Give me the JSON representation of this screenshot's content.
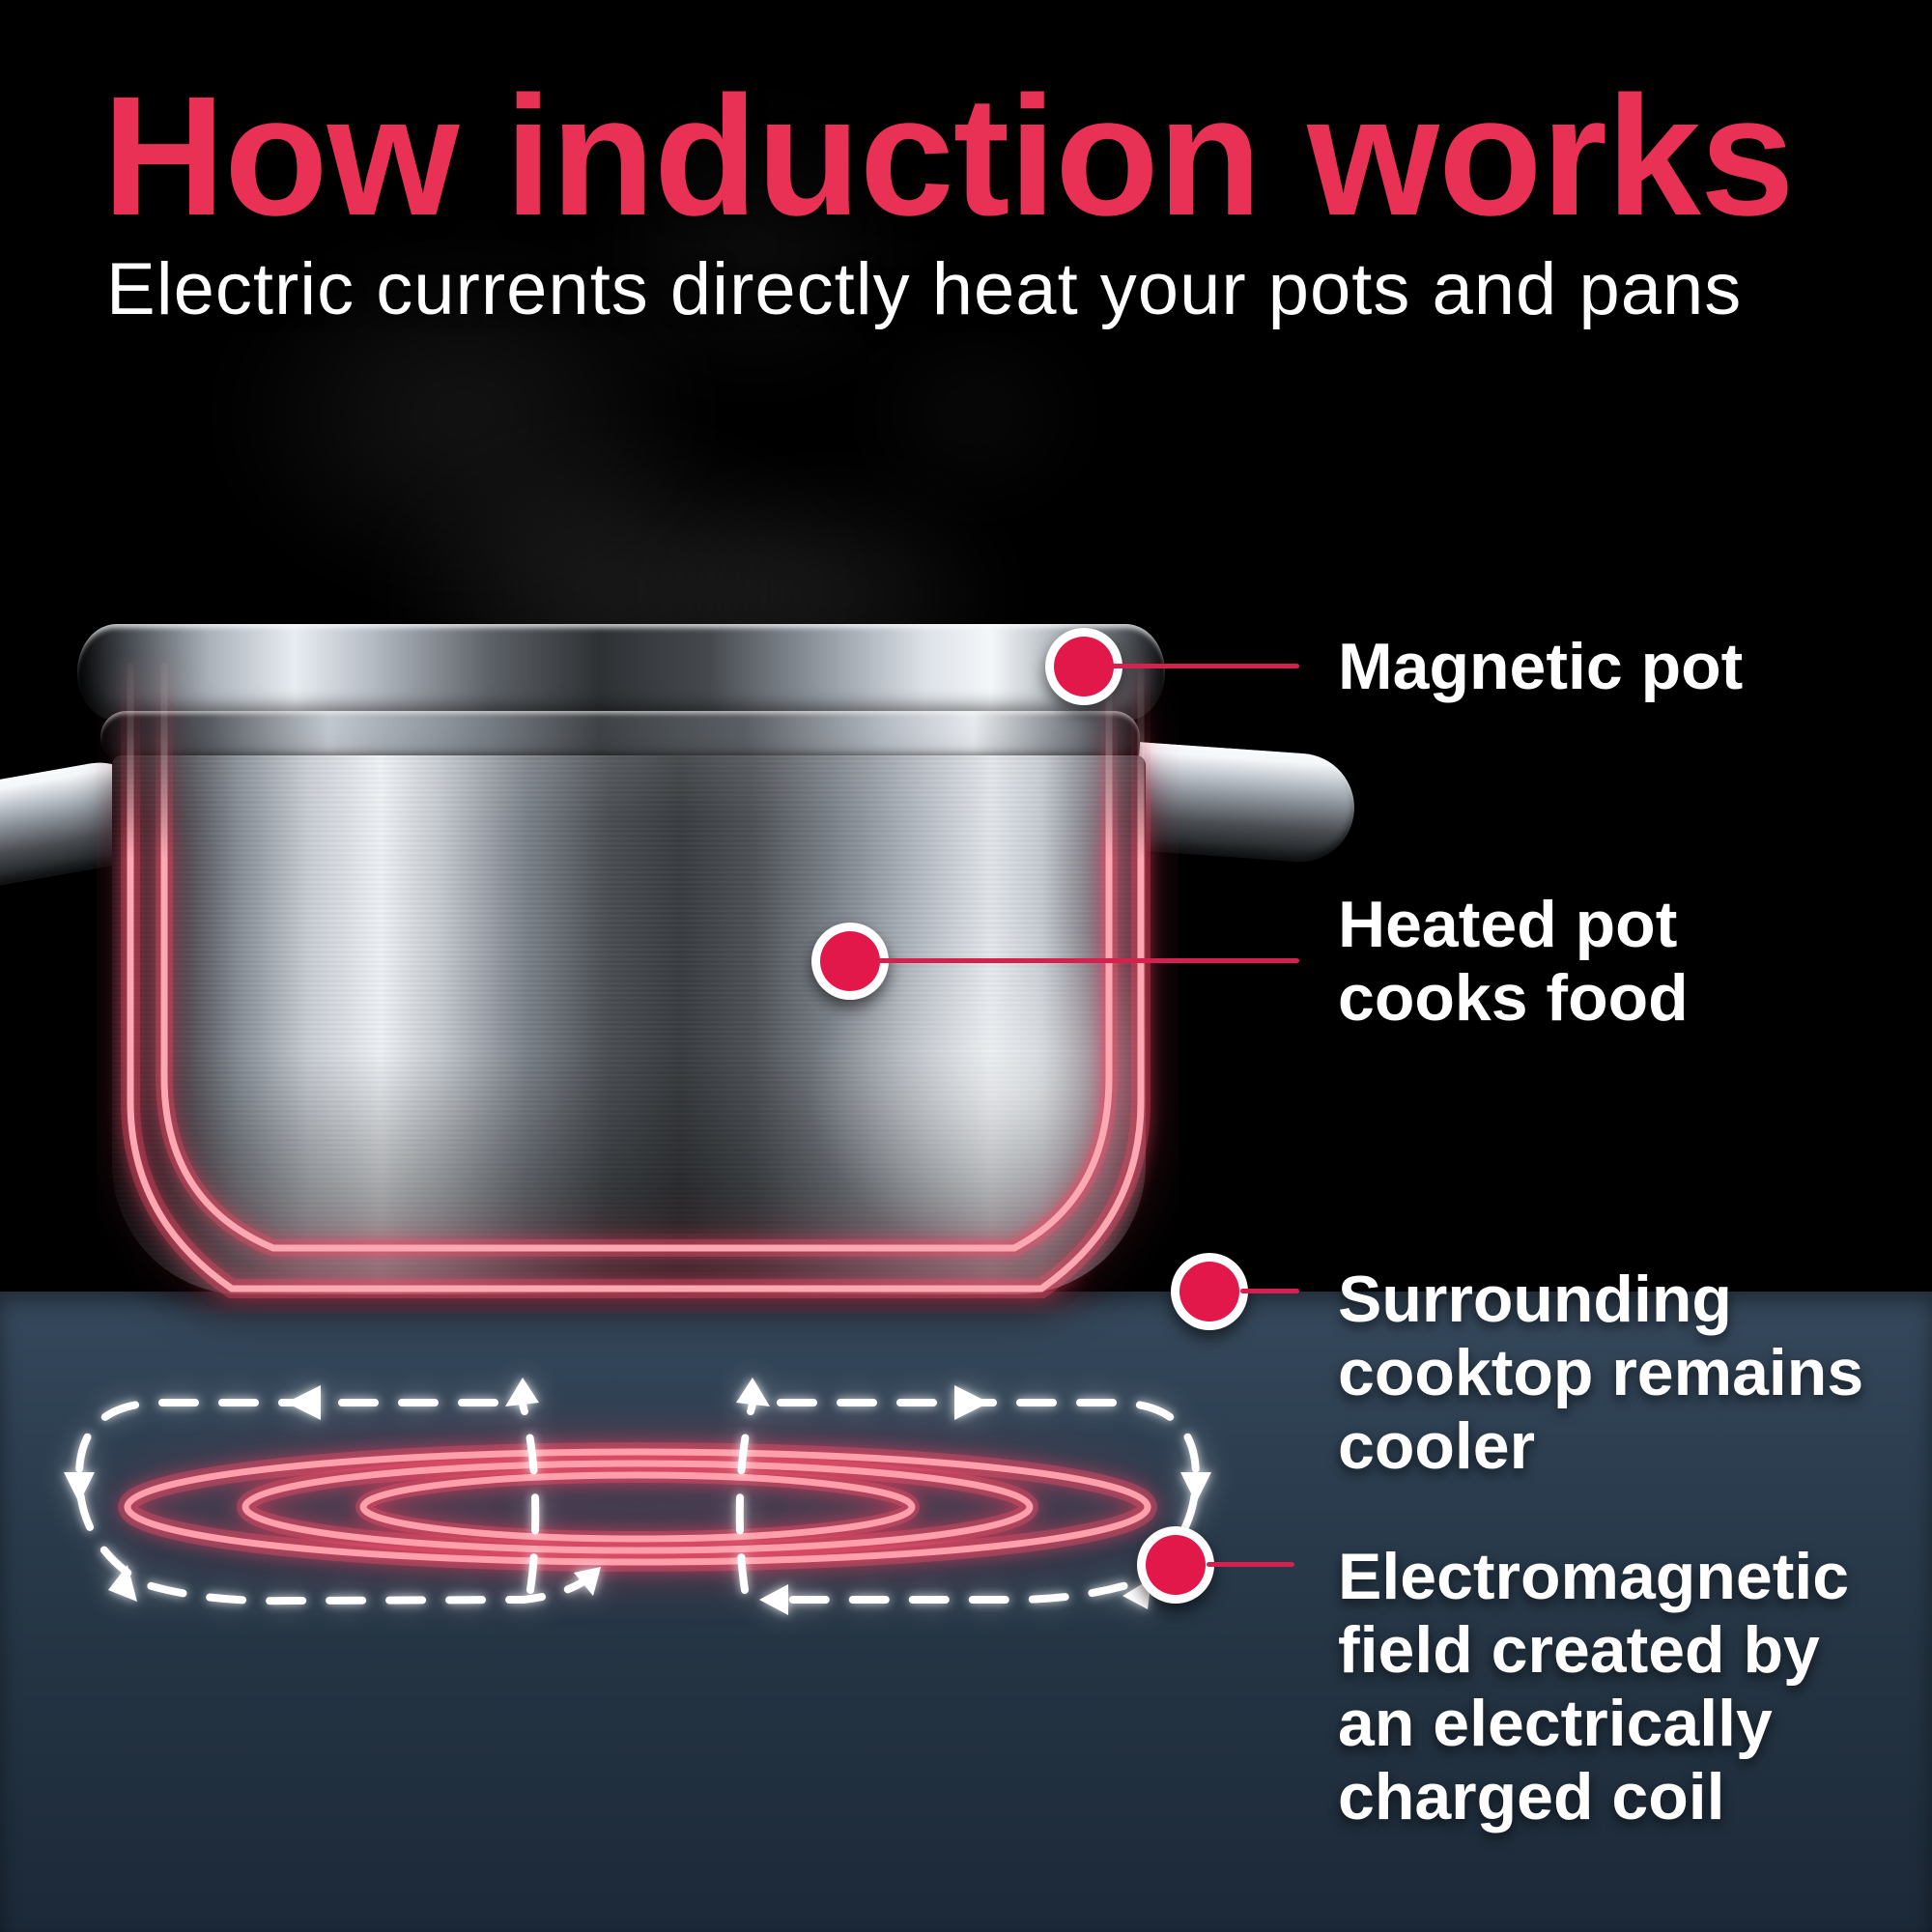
{
  "header": {
    "title": "How induction works",
    "subtitle": "Electric currents directly heat your pots and pans"
  },
  "scene": {
    "subject": "steel pot with steam on induction cooktop",
    "coil_rings": 3,
    "field_loops": 2
  },
  "callouts": [
    {
      "id": "magnetic-pot",
      "label": "Magnetic pot"
    },
    {
      "id": "heated-pot",
      "label": "Heated pot\ncooks food"
    },
    {
      "id": "surrounding-cooktop",
      "label": "Surrounding\ncooktop remains\ncooler"
    },
    {
      "id": "electromagnetic-field",
      "label": "Electromagnetic\nfield created by\nan electrically\ncharged coil"
    }
  ],
  "colors": {
    "background": "#000000",
    "title_accent": "#e93156",
    "dot_red": "#e2174a",
    "connector_red": "#d6204e",
    "glow_pink": "#fca8b2",
    "glow_halo": "#f2546d",
    "cooktop_top": "#36495c",
    "cooktop_bottom": "#1c2938",
    "text": "#ffffff"
  }
}
